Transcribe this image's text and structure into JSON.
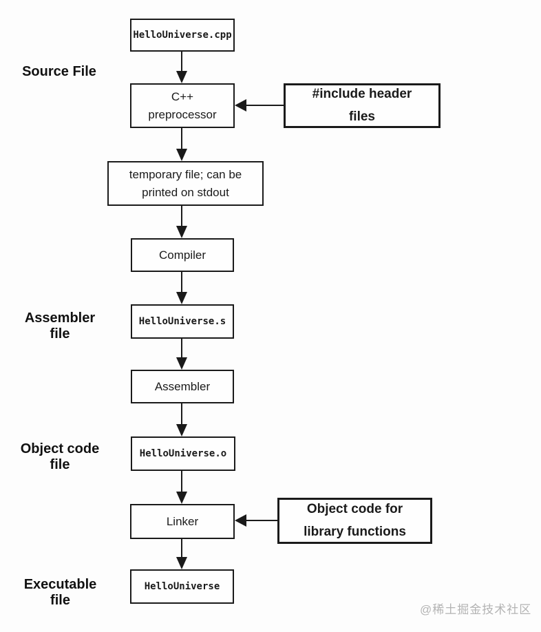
{
  "diagram": {
    "title_semantic": "C++ compilation process flowchart",
    "colors": {
      "background": "#fdfdfd",
      "line": "#1a1a1a",
      "box_fill": "#fefefe",
      "watermark": "#b3b3b3"
    },
    "stage_labels": {
      "source": "Source File",
      "assembler": "Assembler\nfile",
      "object": "Object code\nfile",
      "executable": "Executable\nfile"
    },
    "nodes": {
      "source_file": "HelloUniverse.cpp",
      "preprocessor": "C++\npreprocessor",
      "include_headers": "#include header\nfiles",
      "temp_file": "temporary file; can be\nprinted on stdout",
      "compiler": "Compiler",
      "assembly_file": "HelloUniverse.s",
      "assembler": "Assembler",
      "object_file": "HelloUniverse.o",
      "linker": "Linker",
      "library_objects": "Object code for\nlibrary functions",
      "executable": "HelloUniverse"
    },
    "watermark": "@稀土掘金技术社区"
  }
}
